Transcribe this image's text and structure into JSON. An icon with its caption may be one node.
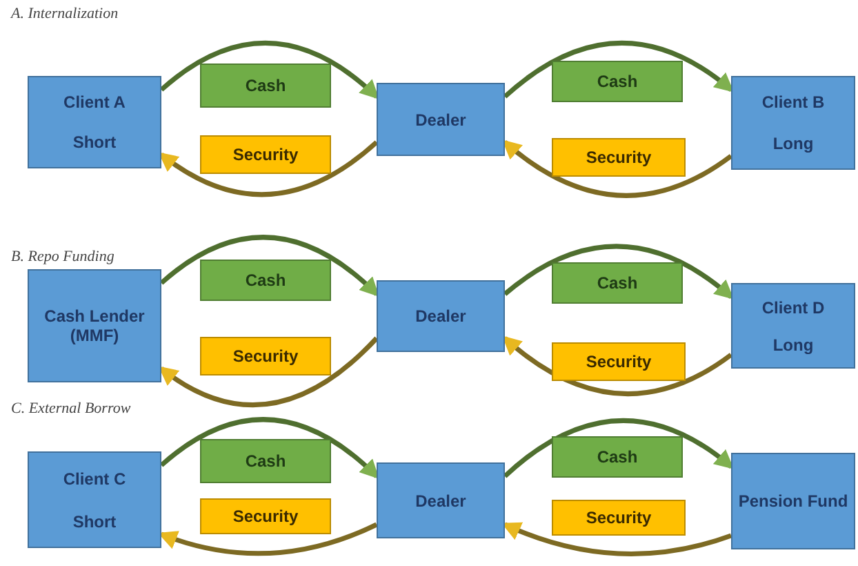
{
  "diagram": {
    "nodes": [
      {
        "text": [
          "Client A",
          "Short"
        ]
      },
      {
        "text": [
          "Cash"
        ]
      },
      {
        "text": [
          "Security"
        ]
      },
      {
        "text": [
          "Dealer"
        ]
      },
      {
        "text": [
          "Cash"
        ]
      },
      {
        "text": [
          "Security"
        ]
      },
      {
        "text": [
          "Client B",
          "Long"
        ]
      },
      {
        "text": [
          "Cash Lender (MMF)"
        ]
      },
      {
        "text": [
          "Cash"
        ]
      },
      {
        "text": [
          "Security"
        ]
      },
      {
        "text": [
          "Dealer"
        ]
      },
      {
        "text": [
          "Cash"
        ]
      },
      {
        "text": [
          "Security"
        ]
      },
      {
        "text": [
          "Client D",
          "Long"
        ]
      },
      {
        "text": [
          "Client C",
          "Short"
        ]
      },
      {
        "text": [
          "Cash"
        ]
      },
      {
        "text": [
          "Security"
        ]
      },
      {
        "text": [
          "Dealer"
        ]
      },
      {
        "text": [
          "Cash"
        ]
      },
      {
        "text": [
          "Security"
        ]
      },
      {
        "text": [
          "Pension Fund"
        ]
      }
    ],
    "edges": [
      {
        "from": 0,
        "to": 3,
        "arrow": "to",
        "color": "#4f6f2f"
      },
      {
        "from": 3,
        "to": 0,
        "arrow": "to",
        "color": "#7d6a23"
      },
      {
        "from": 3,
        "to": 6,
        "arrow": "to",
        "color": "#4f6f2f"
      },
      {
        "from": 6,
        "to": 3,
        "arrow": "to",
        "color": "#7d6a23"
      },
      {
        "from": 7,
        "to": 10,
        "arrow": "to",
        "color": "#4f6f2f"
      },
      {
        "from": 10,
        "to": 7,
        "arrow": "to",
        "color": "#7d6a23"
      },
      {
        "from": 10,
        "to": 13,
        "arrow": "to",
        "color": "#4f6f2f"
      },
      {
        "from": 13,
        "to": 10,
        "arrow": "to",
        "color": "#7d6a23"
      },
      {
        "from": 14,
        "to": 17,
        "arrow": "to",
        "color": "#4f6f2f"
      },
      {
        "from": 17,
        "to": 14,
        "arrow": "to",
        "color": "#7d6a23"
      },
      {
        "from": 17,
        "to": 20,
        "arrow": "to",
        "color": "#4f6f2f"
      },
      {
        "from": 20,
        "to": 17,
        "arrow": "to",
        "color": "#7d6a23"
      }
    ],
    "labels": [
      "A. Internalization",
      "B. Repo Funding",
      "C. External Borrow"
    ]
  }
}
